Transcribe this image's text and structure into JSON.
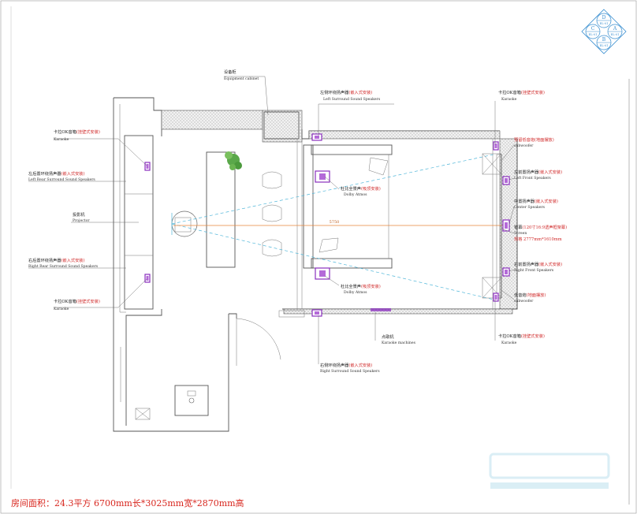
{
  "labels": {
    "equipment_cabinet_cn": "设备柜",
    "equipment_cabinet_en": "Equipment cabinet",
    "left_surround_cn": "左侧环绕扬声器",
    "left_surround_tag": "(嵌入式安装)",
    "left_surround_en": "Left Surround Sound Speakers",
    "karaoke_top_right_cn": "卡拉OK音箱",
    "karaoke_top_right_tag": "(挂壁式安装)",
    "karaoke_en": "Karaoke",
    "karaoke_top_left_cn": "卡拉OK音箱",
    "karaoke_top_left_tag": "(挂壁式安装)",
    "left_rear_cn": "左后置环绕扬声器",
    "left_rear_tag": "(嵌入式安装)",
    "left_rear_en": "Left Rear Surround Sound Speakers",
    "projector_cn": "投影机",
    "projector_en": "Projector",
    "right_rear_cn": "右后置环绕扬声器",
    "right_rear_tag": "(嵌入式安装)",
    "right_rear_en": "Right Rear Surround Sound Speakers",
    "karaoke_bottom_left_cn": "卡拉OK音箱",
    "karaoke_bottom_left_tag": "(挂壁式安装)",
    "dolby_top_cn": "杜比全景声",
    "dolby_top_tag": "(吸顶安装)",
    "dolby_en": "Dolby Atmos",
    "dolby_bottom_cn": "杜比全景声",
    "dolby_bottom_tag": "(吸顶安装)",
    "subwoofer_top_cn": "预留低音炮",
    "subwoofer_top_tag": "(地面摆放)",
    "subwoofer_en": "subwoofer",
    "left_front_cn": "左前置扬声器",
    "left_front_tag": "(嵌入式安装)",
    "left_front_en": "Left Front Speakers",
    "center_cn": "中置扬声器",
    "center_tag": "(嵌入式安装)",
    "center_en": "Center Speakers",
    "screen_cn": "银幕",
    "screen_tag": "(120寸16:9透声框架幕)",
    "screen_en": "Screen",
    "screen_size": "规格 2777mm*1610mm",
    "right_front_cn": "右前置扬声器",
    "right_front_tag": "(嵌入式安装)",
    "right_front_en": "Right Front Speakers",
    "subwoofer_bottom_cn": "低音炮",
    "subwoofer_bottom_tag": "(地面摆放)",
    "karaoke_machine_cn": "点歌机",
    "karaoke_machine_en": "Karaoke machines",
    "karaoke_bottom_right_cn": "卡拉OK音箱",
    "karaoke_bottom_right_tag": "(挂壁式安装)",
    "right_surround_cn": "右侧环绕扬声器",
    "right_surround_tag": "(嵌入式安装)",
    "right_surround_en": "Right Surround Sound Speakers",
    "dimension": "5750"
  },
  "compass": {
    "a": "A",
    "b": "B",
    "c": "C",
    "d": "D",
    "code": "EL-01"
  },
  "footer": {
    "room_area": "房间面积：24.3平方   6700mm长*3025mm宽*2870mm高"
  },
  "colors": {
    "speaker": "#8a2fbf",
    "label_red": "#d02a2a",
    "projection": "#4fb6d9",
    "axis": "#e8843a"
  }
}
